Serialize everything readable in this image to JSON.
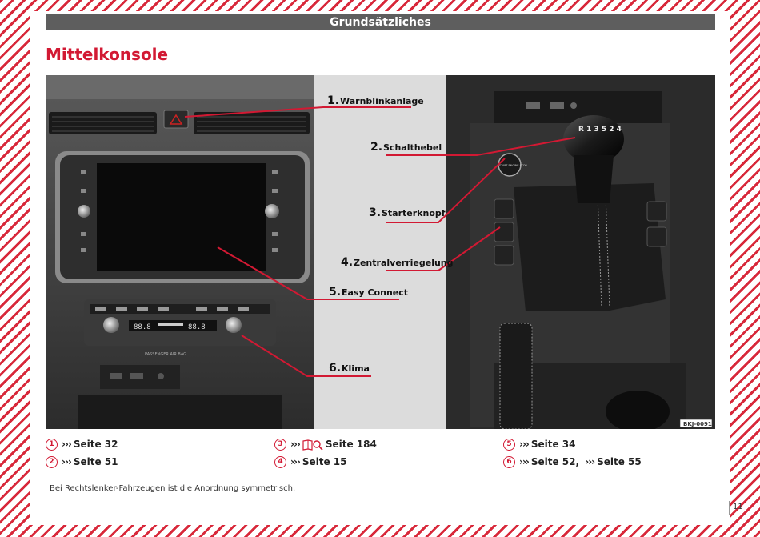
{
  "header": {
    "section": "Grundsätzliches"
  },
  "page": {
    "title": "Mittelkonsole",
    "number": "11"
  },
  "figure": {
    "code": "BKJ-0091",
    "callouts": [
      {
        "num": "1.",
        "label": "Warnblinkanlage"
      },
      {
        "num": "2.",
        "label": "Schalthebel"
      },
      {
        "num": "3.",
        "label": "Starterknopf"
      },
      {
        "num": "4.",
        "label": "Zentralverriegelung"
      },
      {
        "num": "5.",
        "label": "Easy Connect"
      },
      {
        "num": "6.",
        "label": "Klima"
      }
    ],
    "gear_pattern": "R 1 3 5 2 4",
    "start_button": "START ENGINE STOP",
    "climate_display_left": "88.8",
    "climate_display_right": "88.8",
    "panel_label": "PASSENGER AIR BAG",
    "accent_color": "#d21933"
  },
  "refs": [
    {
      "num": "1",
      "text": "Seite 32"
    },
    {
      "num": "2",
      "text": "Seite 51"
    },
    {
      "num": "3",
      "text": "Seite 184"
    },
    {
      "num": "4",
      "text": "Seite 15"
    },
    {
      "num": "5",
      "text": "Seite 34"
    },
    {
      "num": "6",
      "text": "Seite 52,",
      "text2": "Seite 55"
    }
  ],
  "ref_marker": "›››",
  "footnote": "Bei Rechtslenker-Fahrzeugen ist die Anordnung symmetrisch."
}
